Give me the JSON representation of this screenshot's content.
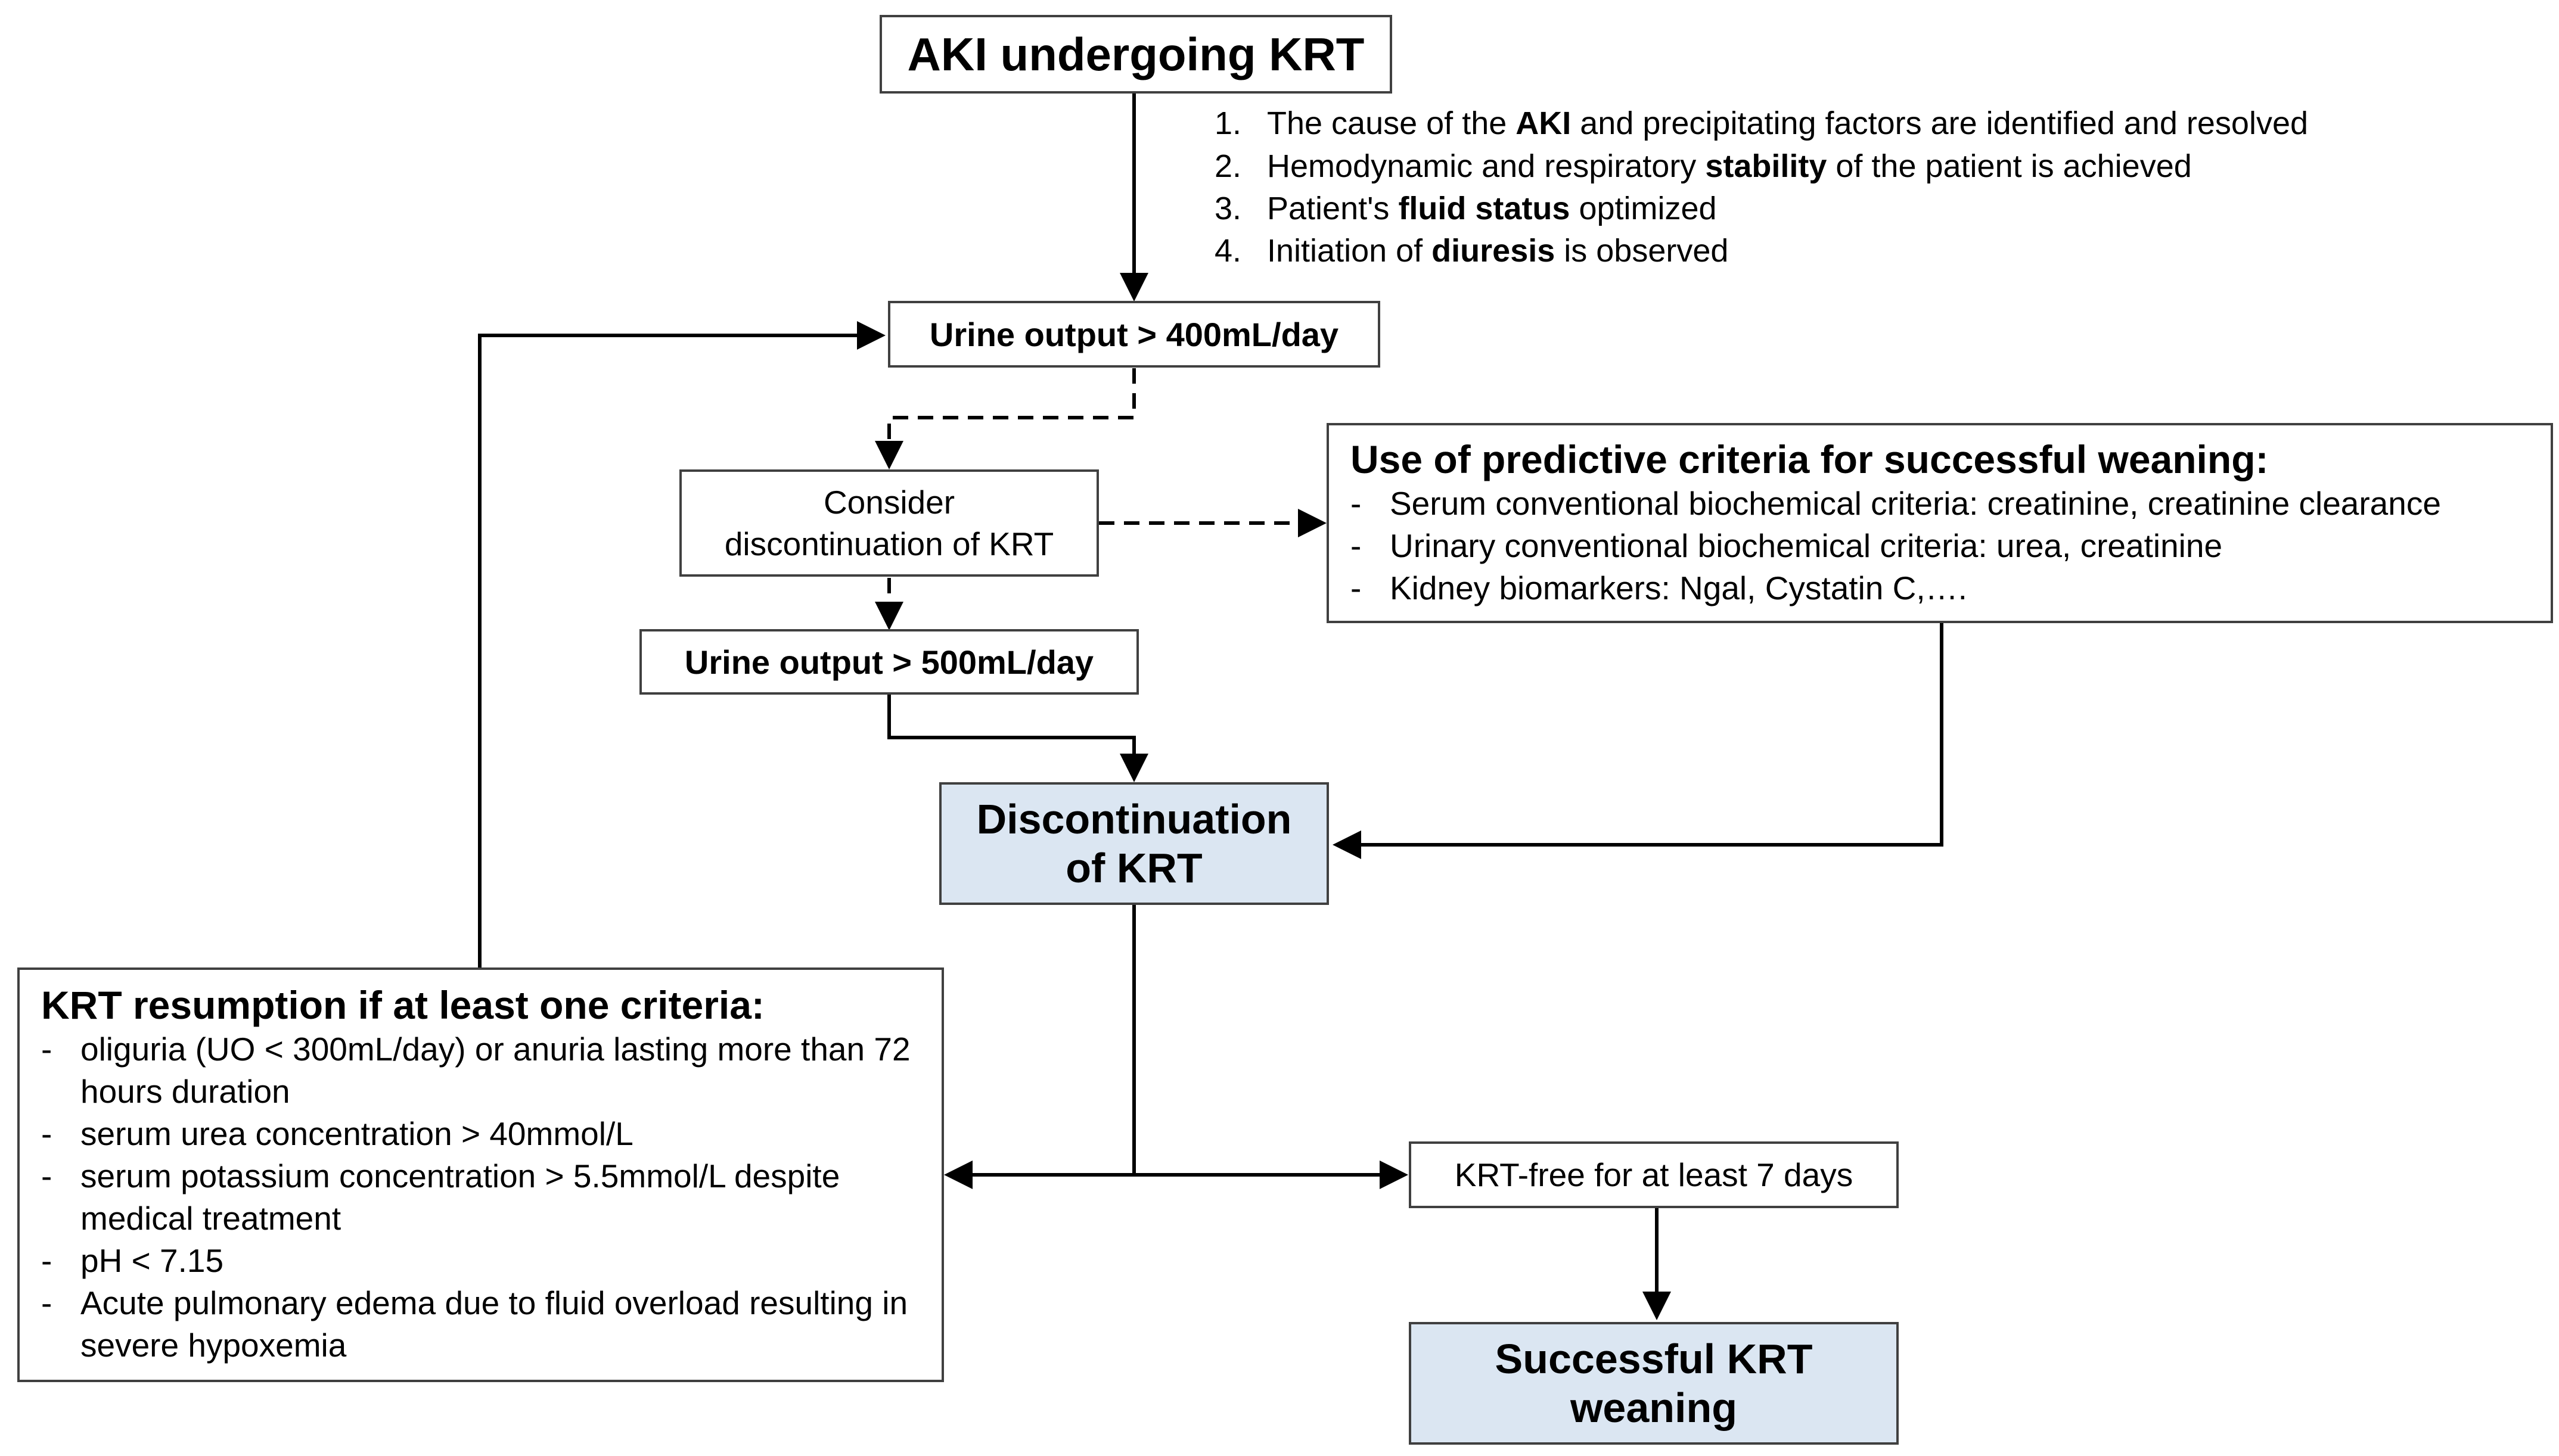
{
  "nodes": {
    "start": "AKI undergoing KRT",
    "uo400": "Urine output > 400mL/day",
    "consider": [
      "Consider",
      "discontinuation of KRT"
    ],
    "uo500": "Urine output > 500mL/day",
    "discontinuation": [
      "Discontinuation",
      "of KRT"
    ],
    "krt_free": "KRT-free for at least 7 days",
    "success": [
      "Successful KRT",
      "weaning"
    ]
  },
  "conditions": [
    {
      "num": "1.",
      "pre": "The cause of the ",
      "bold": "AKI",
      "post": " and precipitating factors are identified and resolved"
    },
    {
      "num": "2.",
      "pre": "Hemodynamic and respiratory ",
      "bold": "stability",
      "post": " of the patient is achieved"
    },
    {
      "num": "3.",
      "pre": "Patient's ",
      "bold": "fluid status",
      "post": " optimized"
    },
    {
      "num": "4.",
      "pre": "Initiation of ",
      "bold": "diuresis",
      "post": " is observed"
    }
  ],
  "predictive": {
    "title": "Use of predictive criteria for successful weaning:",
    "bullet": "-",
    "items": [
      "Serum conventional biochemical criteria: creatinine, creatinine clearance",
      "Urinary conventional biochemical criteria: urea, creatinine",
      "Kidney biomarkers: Ngal, Cystatin C,…."
    ]
  },
  "resumption": {
    "title": "KRT resumption if at least one criteria:",
    "bullet": "-",
    "items": [
      "oliguria (UO < 300mL/day) or anuria lasting more than 72 hours duration",
      "serum urea concentration > 40mmol/L",
      "serum potassium concentration > 5.5mmol/L despite medical treatment",
      "pH < 7.15",
      "Acute pulmonary edema due to fluid overload resulting in severe hypoxemia"
    ]
  },
  "colors": {
    "line": "#000000",
    "box_border": "#404040",
    "highlight_fill": "#dbe6f2"
  }
}
